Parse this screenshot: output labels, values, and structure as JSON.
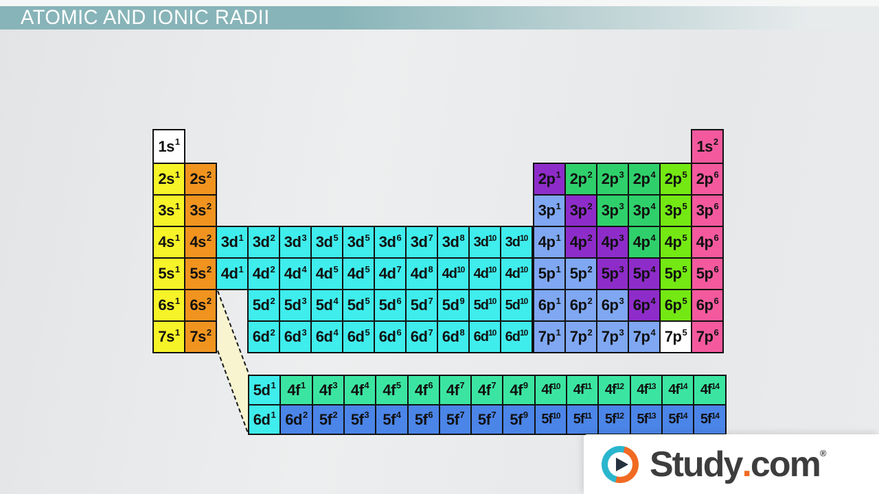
{
  "header": {
    "title": "ATOMIC AND IONIC RADII",
    "bar_left_color": "#87b4b8",
    "bar_mid_color": "#b9d0d2",
    "bar_right_color": "#e7ebec",
    "text_color": "#ffffff"
  },
  "palette": {
    "white": "#ffffff",
    "yellow": "#f6f328",
    "orange": "#f0941f",
    "cyan": "#3fedec",
    "spring": "#3be5a1",
    "blue": "#4b85e8",
    "purple": "#8e2cc9",
    "emerald": "#2fd06b",
    "lime": "#74e813",
    "pink": "#f4599e",
    "lightblue": "#7fa7f2",
    "cell_border": "#111111",
    "cell_text": "#111111",
    "connector_fill": "#f8f4cf",
    "connector_line": "#1a1a1a"
  },
  "periodic_table": {
    "main_rows": [
      [
        {
          "b": "1s",
          "s": "1",
          "c": "white",
          "col": 1
        },
        {
          "b": "1s",
          "s": "2",
          "c": "pink",
          "col": 18
        }
      ],
      [
        {
          "b": "2s",
          "s": "1",
          "c": "yellow",
          "col": 1
        },
        {
          "b": "2s",
          "s": "2",
          "c": "orange",
          "col": 2
        },
        {
          "b": "2p",
          "s": "1",
          "c": "purple",
          "col": 13
        },
        {
          "b": "2p",
          "s": "2",
          "c": "emerald",
          "col": 14
        },
        {
          "b": "2p",
          "s": "3",
          "c": "emerald",
          "col": 15
        },
        {
          "b": "2p",
          "s": "4",
          "c": "emerald",
          "col": 16
        },
        {
          "b": "2p",
          "s": "5",
          "c": "lime",
          "col": 17
        },
        {
          "b": "2p",
          "s": "6",
          "c": "pink",
          "col": 18
        }
      ],
      [
        {
          "b": "3s",
          "s": "1",
          "c": "yellow",
          "col": 1
        },
        {
          "b": "3s",
          "s": "2",
          "c": "orange",
          "col": 2
        },
        {
          "b": "3p",
          "s": "1",
          "c": "lightblue",
          "col": 13
        },
        {
          "b": "3p",
          "s": "2",
          "c": "purple",
          "col": 14
        },
        {
          "b": "3p",
          "s": "3",
          "c": "emerald",
          "col": 15
        },
        {
          "b": "3p",
          "s": "4",
          "c": "emerald",
          "col": 16
        },
        {
          "b": "3p",
          "s": "5",
          "c": "lime",
          "col": 17
        },
        {
          "b": "3p",
          "s": "6",
          "c": "pink",
          "col": 18
        }
      ],
      [
        {
          "b": "4s",
          "s": "1",
          "c": "yellow",
          "col": 1
        },
        {
          "b": "4s",
          "s": "2",
          "c": "orange",
          "col": 2
        },
        {
          "b": "3d",
          "s": "1",
          "c": "cyan",
          "col": 3
        },
        {
          "b": "3d",
          "s": "2",
          "c": "cyan",
          "col": 4
        },
        {
          "b": "3d",
          "s": "3",
          "c": "cyan",
          "col": 5
        },
        {
          "b": "3d",
          "s": "5",
          "c": "cyan",
          "col": 6
        },
        {
          "b": "3d",
          "s": "5",
          "c": "cyan",
          "col": 7
        },
        {
          "b": "3d",
          "s": "6",
          "c": "cyan",
          "col": 8
        },
        {
          "b": "3d",
          "s": "7",
          "c": "cyan",
          "col": 9
        },
        {
          "b": "3d",
          "s": "8",
          "c": "cyan",
          "col": 10
        },
        {
          "b": "3d",
          "s": "10",
          "c": "cyan",
          "col": 11
        },
        {
          "b": "3d",
          "s": "10",
          "c": "cyan",
          "col": 12
        },
        {
          "b": "4p",
          "s": "1",
          "c": "lightblue",
          "col": 13
        },
        {
          "b": "4p",
          "s": "2",
          "c": "purple",
          "col": 14
        },
        {
          "b": "4p",
          "s": "3",
          "c": "purple",
          "col": 15
        },
        {
          "b": "4p",
          "s": "4",
          "c": "emerald",
          "col": 16
        },
        {
          "b": "4p",
          "s": "5",
          "c": "lime",
          "col": 17
        },
        {
          "b": "4p",
          "s": "6",
          "c": "pink",
          "col": 18
        }
      ],
      [
        {
          "b": "5s",
          "s": "1",
          "c": "yellow",
          "col": 1
        },
        {
          "b": "5s",
          "s": "2",
          "c": "orange",
          "col": 2
        },
        {
          "b": "4d",
          "s": "1",
          "c": "cyan",
          "col": 3
        },
        {
          "b": "4d",
          "s": "2",
          "c": "cyan",
          "col": 4
        },
        {
          "b": "4d",
          "s": "4",
          "c": "cyan",
          "col": 5
        },
        {
          "b": "4d",
          "s": "5",
          "c": "cyan",
          "col": 6
        },
        {
          "b": "4d",
          "s": "5",
          "c": "cyan",
          "col": 7
        },
        {
          "b": "4d",
          "s": "7",
          "c": "cyan",
          "col": 8
        },
        {
          "b": "4d",
          "s": "8",
          "c": "cyan",
          "col": 9
        },
        {
          "b": "4d",
          "s": "10",
          "c": "cyan",
          "col": 10
        },
        {
          "b": "4d",
          "s": "10",
          "c": "cyan",
          "col": 11
        },
        {
          "b": "4d",
          "s": "10",
          "c": "cyan",
          "col": 12
        },
        {
          "b": "5p",
          "s": "1",
          "c": "lightblue",
          "col": 13
        },
        {
          "b": "5p",
          "s": "2",
          "c": "lightblue",
          "col": 14
        },
        {
          "b": "5p",
          "s": "3",
          "c": "purple",
          "col": 15
        },
        {
          "b": "5p",
          "s": "4",
          "c": "purple",
          "col": 16
        },
        {
          "b": "5p",
          "s": "5",
          "c": "lime",
          "col": 17
        },
        {
          "b": "5p",
          "s": "6",
          "c": "pink",
          "col": 18
        }
      ],
      [
        {
          "b": "6s",
          "s": "1",
          "c": "yellow",
          "col": 1
        },
        {
          "b": "6s",
          "s": "2",
          "c": "orange",
          "col": 2
        },
        {
          "b": "5d",
          "s": "2",
          "c": "cyan",
          "col": 4
        },
        {
          "b": "5d",
          "s": "3",
          "c": "cyan",
          "col": 5
        },
        {
          "b": "5d",
          "s": "4",
          "c": "cyan",
          "col": 6
        },
        {
          "b": "5d",
          "s": "5",
          "c": "cyan",
          "col": 7
        },
        {
          "b": "5d",
          "s": "6",
          "c": "cyan",
          "col": 8
        },
        {
          "b": "5d",
          "s": "7",
          "c": "cyan",
          "col": 9
        },
        {
          "b": "5d",
          "s": "9",
          "c": "cyan",
          "col": 10
        },
        {
          "b": "5d",
          "s": "10",
          "c": "cyan",
          "col": 11
        },
        {
          "b": "5d",
          "s": "10",
          "c": "cyan",
          "col": 12
        },
        {
          "b": "6p",
          "s": "1",
          "c": "lightblue",
          "col": 13
        },
        {
          "b": "6p",
          "s": "2",
          "c": "lightblue",
          "col": 14
        },
        {
          "b": "6p",
          "s": "3",
          "c": "lightblue",
          "col": 15
        },
        {
          "b": "6p",
          "s": "4",
          "c": "purple",
          "col": 16
        },
        {
          "b": "6p",
          "s": "5",
          "c": "lime",
          "col": 17
        },
        {
          "b": "6p",
          "s": "6",
          "c": "pink",
          "col": 18
        }
      ],
      [
        {
          "b": "7s",
          "s": "1",
          "c": "yellow",
          "col": 1
        },
        {
          "b": "7s",
          "s": "2",
          "c": "orange",
          "col": 2
        },
        {
          "b": "6d",
          "s": "2",
          "c": "cyan",
          "col": 4
        },
        {
          "b": "6d",
          "s": "3",
          "c": "cyan",
          "col": 5
        },
        {
          "b": "6d",
          "s": "4",
          "c": "cyan",
          "col": 6
        },
        {
          "b": "6d",
          "s": "5",
          "c": "cyan",
          "col": 7
        },
        {
          "b": "6d",
          "s": "6",
          "c": "cyan",
          "col": 8
        },
        {
          "b": "6d",
          "s": "7",
          "c": "cyan",
          "col": 9
        },
        {
          "b": "6d",
          "s": "8",
          "c": "cyan",
          "col": 10
        },
        {
          "b": "6d",
          "s": "10",
          "c": "cyan",
          "col": 11
        },
        {
          "b": "6d",
          "s": "10",
          "c": "cyan",
          "col": 12
        },
        {
          "b": "7p",
          "s": "1",
          "c": "lightblue",
          "col": 13
        },
        {
          "b": "7p",
          "s": "2",
          "c": "lightblue",
          "col": 14
        },
        {
          "b": "7p",
          "s": "3",
          "c": "lightblue",
          "col": 15
        },
        {
          "b": "7p",
          "s": "4",
          "c": "lightblue",
          "col": 16
        },
        {
          "b": "7p",
          "s": "5",
          "c": "white",
          "col": 17
        },
        {
          "b": "7p",
          "s": "6",
          "c": "pink",
          "col": 18
        }
      ]
    ],
    "f_rows": [
      [
        {
          "b": "5d",
          "s": "1",
          "c": "cyan"
        },
        {
          "b": "4f",
          "s": "1",
          "c": "spring"
        },
        {
          "b": "4f",
          "s": "3",
          "c": "spring"
        },
        {
          "b": "4f",
          "s": "4",
          "c": "spring"
        },
        {
          "b": "4f",
          "s": "5",
          "c": "spring"
        },
        {
          "b": "4f",
          "s": "6",
          "c": "spring"
        },
        {
          "b": "4f",
          "s": "7",
          "c": "spring"
        },
        {
          "b": "4f",
          "s": "7",
          "c": "spring"
        },
        {
          "b": "4f",
          "s": "9",
          "c": "spring"
        },
        {
          "b": "4f",
          "s": "10",
          "c": "spring"
        },
        {
          "b": "4f",
          "s": "11",
          "c": "spring"
        },
        {
          "b": "4f",
          "s": "12",
          "c": "spring"
        },
        {
          "b": "4f",
          "s": "13",
          "c": "spring"
        },
        {
          "b": "4f",
          "s": "14",
          "c": "spring"
        },
        {
          "b": "4f",
          "s": "14",
          "c": "spring"
        }
      ],
      [
        {
          "b": "6d",
          "s": "1",
          "c": "cyan"
        },
        {
          "b": "6d",
          "s": "2",
          "c": "blue"
        },
        {
          "b": "5f",
          "s": "2",
          "c": "blue"
        },
        {
          "b": "5f",
          "s": "3",
          "c": "blue"
        },
        {
          "b": "5f",
          "s": "4",
          "c": "blue"
        },
        {
          "b": "5f",
          "s": "6",
          "c": "blue"
        },
        {
          "b": "5f",
          "s": "7",
          "c": "blue"
        },
        {
          "b": "5f",
          "s": "7",
          "c": "blue"
        },
        {
          "b": "5f",
          "s": "9",
          "c": "blue"
        },
        {
          "b": "5f",
          "s": "10",
          "c": "blue"
        },
        {
          "b": "5f",
          "s": "11",
          "c": "blue"
        },
        {
          "b": "5f",
          "s": "12",
          "c": "blue"
        },
        {
          "b": "5f",
          "s": "13",
          "c": "blue"
        },
        {
          "b": "5f",
          "s": "14",
          "c": "blue"
        },
        {
          "b": "5f",
          "s": "14",
          "c": "blue"
        }
      ]
    ]
  },
  "logo": {
    "brand": "Study",
    "dot": ".",
    "suffix": "com",
    "registered": "®",
    "icon": "play-icon",
    "icon_teal": "#2ab5ce",
    "icon_orange": "#f16a22",
    "icon_triangle": "#25313e",
    "text_color": "#3d3d3d",
    "dot_color": "#f16a22",
    "panel_bg": "#ffffff"
  }
}
